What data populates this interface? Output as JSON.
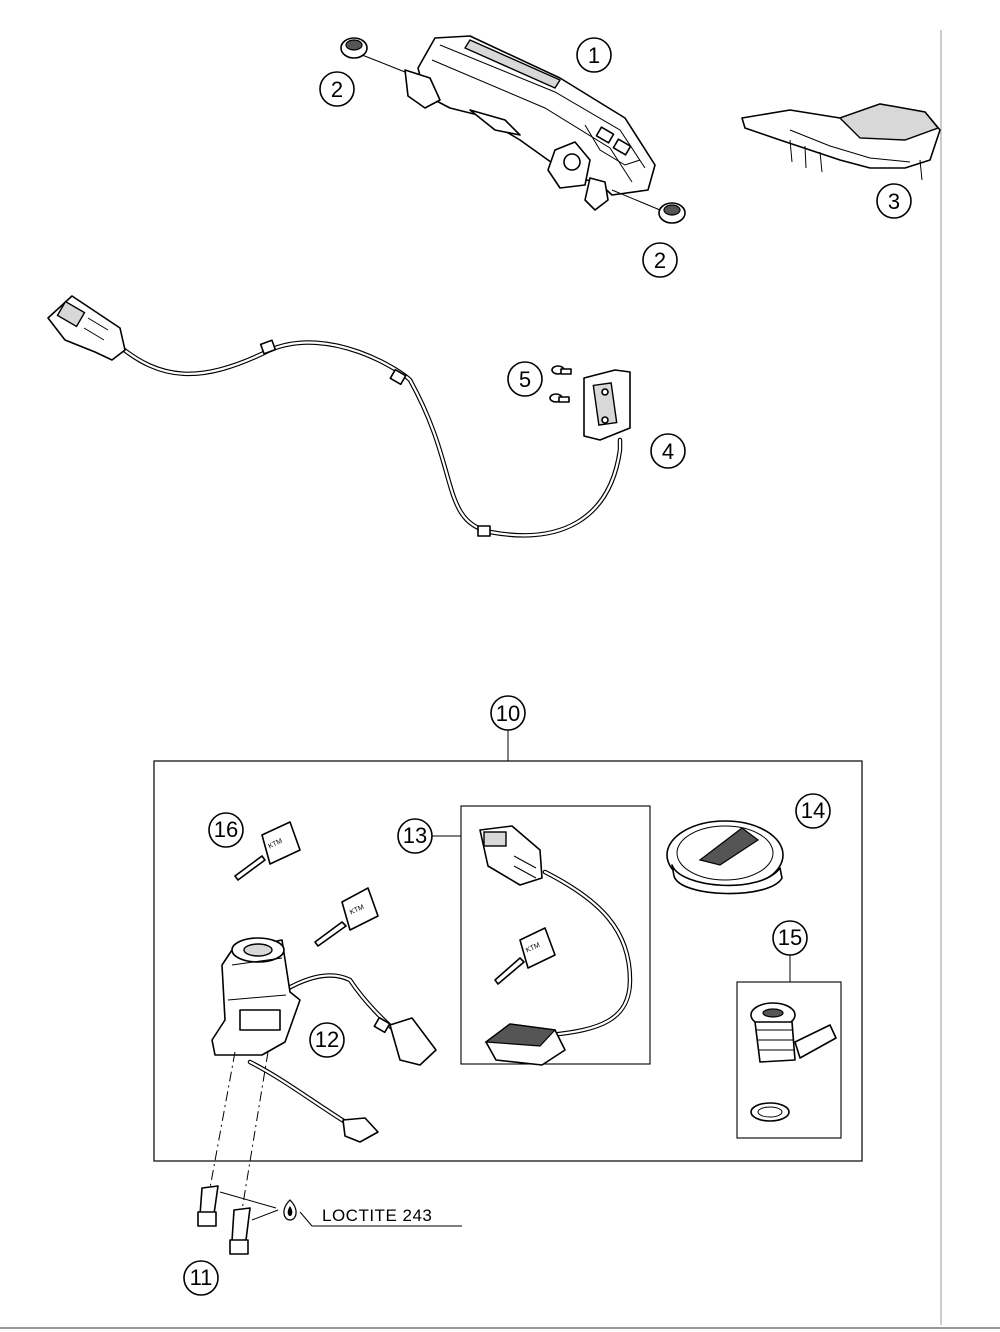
{
  "callouts": {
    "c1": "1",
    "c2a": "2",
    "c2b": "2",
    "c3": "3",
    "c4": "4",
    "c5": "5",
    "c10": "10",
    "c11": "11",
    "c12": "12",
    "c13": "13",
    "c14": "14",
    "c15": "15",
    "c16": "16"
  },
  "labels": {
    "loctite": "LOCTITE 243"
  },
  "icons": {
    "key-brand": "ktm-key-icon"
  }
}
